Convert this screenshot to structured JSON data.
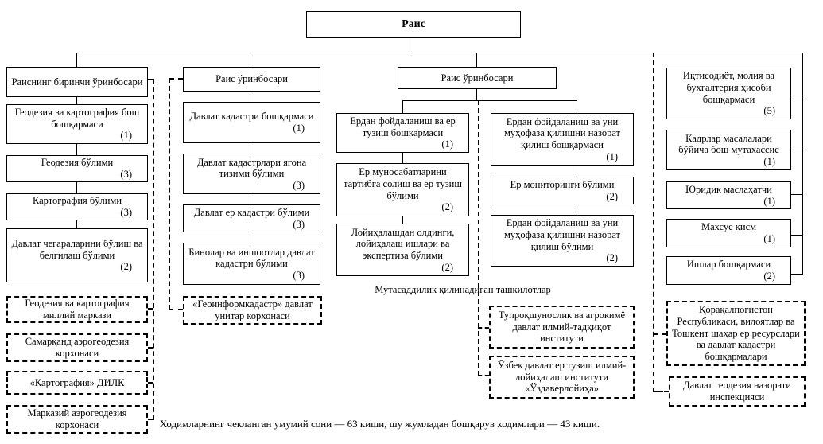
{
  "chairman": {
    "label": "Раис"
  },
  "col1": {
    "head": "Раиснинг биринчи ўринбосари",
    "boxes": [
      {
        "label": "Геодезия ва картография бош бошқармаси",
        "count": "(1)"
      },
      {
        "label": "Геодезия бўлими",
        "count": "(3)"
      },
      {
        "label": "Картография бўлими",
        "count": "(3)"
      },
      {
        "label": "Давлат чегараларини бўлиш ва белгилаш бўлими",
        "count": "(2)"
      }
    ],
    "orgs": [
      {
        "label": "Геодезия ва картография миллий маркази"
      },
      {
        "label": "Самарқанд аэрогеодезия корхонаси"
      },
      {
        "label": "«Картография» ДИЛК"
      },
      {
        "label": "Марказий аэрогеодезия корхонаси"
      }
    ]
  },
  "col2": {
    "head": "Раис ўринбосари",
    "boxes": [
      {
        "label": "Давлат кадастри бошқармаси",
        "count": "(1)"
      },
      {
        "label": "Давлат кадастрлари ягона тизими бўлими",
        "count": "(3)"
      },
      {
        "label": "Давлат ер кадастри бўлими",
        "count": "(3)"
      },
      {
        "label": "Бинолар ва иншоотлар давлат кадастри бўлими",
        "count": "(3)"
      }
    ],
    "orgs": [
      {
        "label": "«Геоинформкадастр» давлат унитар корхонаси"
      }
    ]
  },
  "col3": {
    "head": "Раис ўринбосари",
    "left_boxes": [
      {
        "label": "Ердан фойдаланиш ва ер тузиш бошқармаси",
        "count": "(1)"
      },
      {
        "label": "Ер муносабатларини тартибга солиш ва ер тузиш бўлими",
        "count": "(2)"
      },
      {
        "label": "Лойиҳалашдан олдинги, лойиҳалаш ишлари ва экспертиза бўлими",
        "count": "(2)"
      }
    ],
    "right_boxes": [
      {
        "label": "Ердан фойдаланиш ва уни муҳофаза қилишни назорат қилиш бошқармаси",
        "count": "(1)"
      },
      {
        "label": "Ер мониторинги бўлими",
        "count": "(2)"
      },
      {
        "label": "Ердан фойдаланиш ва уни муҳофаза қилишни назорат қилиш бўлими",
        "count": "(2)"
      }
    ],
    "orgs_label": "Мутасаддилик қилинадиган ташкилотлар",
    "orgs": [
      {
        "label": "Тупроқшунослик ва агрокимё давлат илмий-тадқиқот институти"
      },
      {
        "label": "Ўзбек давлат ер тузиш илмий-лойиҳалаш институти «Ўздаверлойиҳа»"
      }
    ]
  },
  "col4": {
    "boxes": [
      {
        "label": "Иқтисодиёт, молия ва бухгалтерия ҳисоби бошқармаси",
        "count": "(5)"
      },
      {
        "label": "Кадрлар масалалари бўйича бош мутахассис",
        "count": "(1)"
      },
      {
        "label": "Юридик маслаҳатчи",
        "count": "(1)"
      },
      {
        "label": "Махсус қисм",
        "count": "(1)"
      },
      {
        "label": "Ишлар бошқармаси",
        "count": "(2)"
      }
    ],
    "orgs": [
      {
        "label": "Қорақалпоғистон Республикаси, вилоятлар ва Тошкент шаҳар ер ресурслари ва давлат кадастри бошқармалари"
      },
      {
        "label": "Давлат геодезия назорати инспекцияси"
      }
    ]
  },
  "footer": "Ходимларнинг чекланган умумий сони — 63 киши, шу жумладан бошқарув ходимлари — 43 киши."
}
